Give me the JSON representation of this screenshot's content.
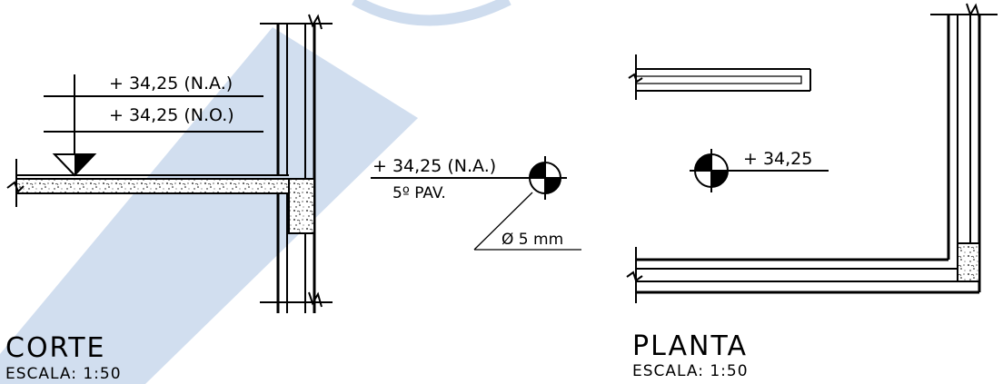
{
  "corte": {
    "level_na": "+ 34,25 (N.A.)",
    "level_no": "+ 34,25 (N.O.)",
    "title": "CORTE",
    "scale": "ESCALA: 1:50"
  },
  "symbol_legend": {
    "level_na": "+ 34,25 (N.A.)",
    "floor": "5º PAV.",
    "diameter": "Ø 5 mm"
  },
  "planta": {
    "level": "+ 34,25",
    "title": "PLANTA",
    "scale": "ESCALA: 1:50"
  },
  "colors": {
    "line": "#000000",
    "watermark": "#c9d8ec"
  }
}
